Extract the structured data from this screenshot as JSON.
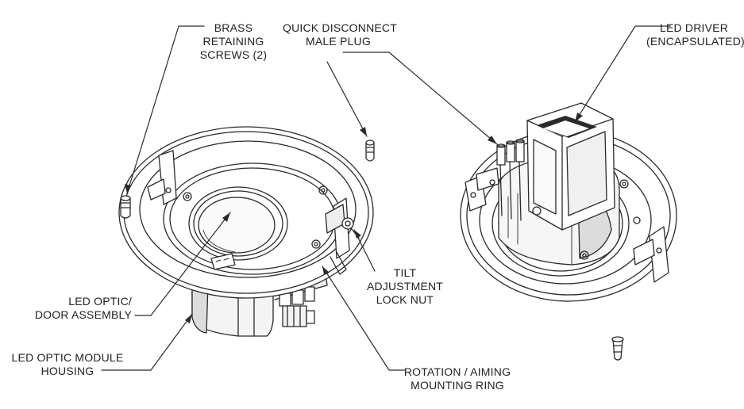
{
  "labels": {
    "brass_screws": [
      "BRASS",
      "RETAINING",
      "SCREWS (2)"
    ],
    "quick_disconnect": [
      "QUICK DISCONNECT",
      "MALE PLUG"
    ],
    "led_driver": [
      "LED DRIVER",
      "(ENCAPSULATED)"
    ],
    "tilt_nut": [
      "TILT",
      "ADJUSTMENT",
      "LOCK NUT"
    ],
    "led_optic": [
      "LED OPTIC/",
      "DOOR ASSEMBLY"
    ],
    "optic_housing": [
      "LED OPTIC MODULE",
      "HOUSING"
    ],
    "rotation_ring": [
      "ROTATION / AIMING",
      "MOUNTING RING"
    ]
  },
  "colors": {
    "line": "#2a2a2a",
    "text": "#222222",
    "shade": "#d9d9d9"
  }
}
